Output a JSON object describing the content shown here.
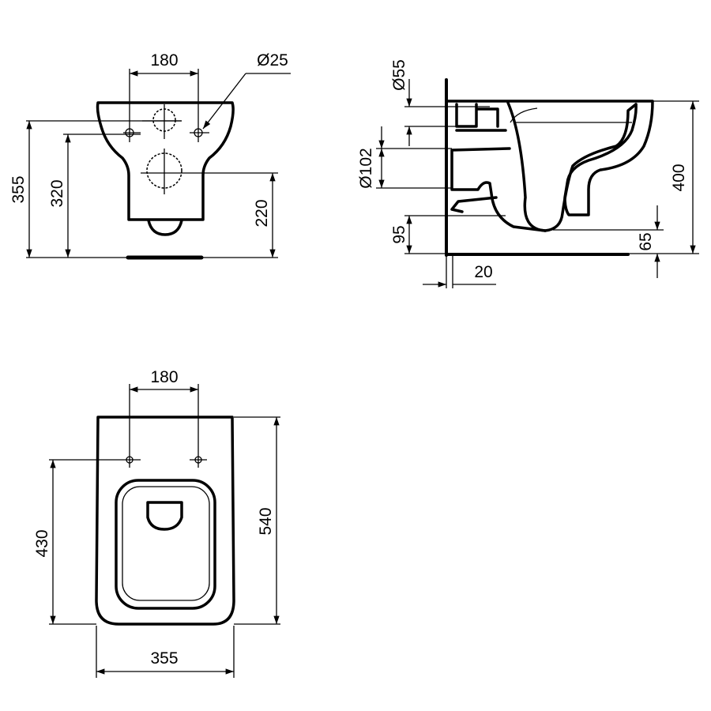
{
  "front_view": {
    "dim_hole_spacing": "180",
    "dim_hole_diameter": "Ø25",
    "dim_height_top": "355",
    "dim_height_holes": "320",
    "dim_height_outlet": "220"
  },
  "side_view": {
    "dim_inlet_diameter": "Ø55",
    "dim_outlet_diameter": "Ø102",
    "dim_outlet_height": "95",
    "dim_wall_offset": "20",
    "dim_total_height": "400",
    "dim_bowl_clearance": "65"
  },
  "top_view": {
    "dim_hole_spacing": "180",
    "dim_depth": "540",
    "dim_holes_depth": "430",
    "dim_width": "355"
  }
}
